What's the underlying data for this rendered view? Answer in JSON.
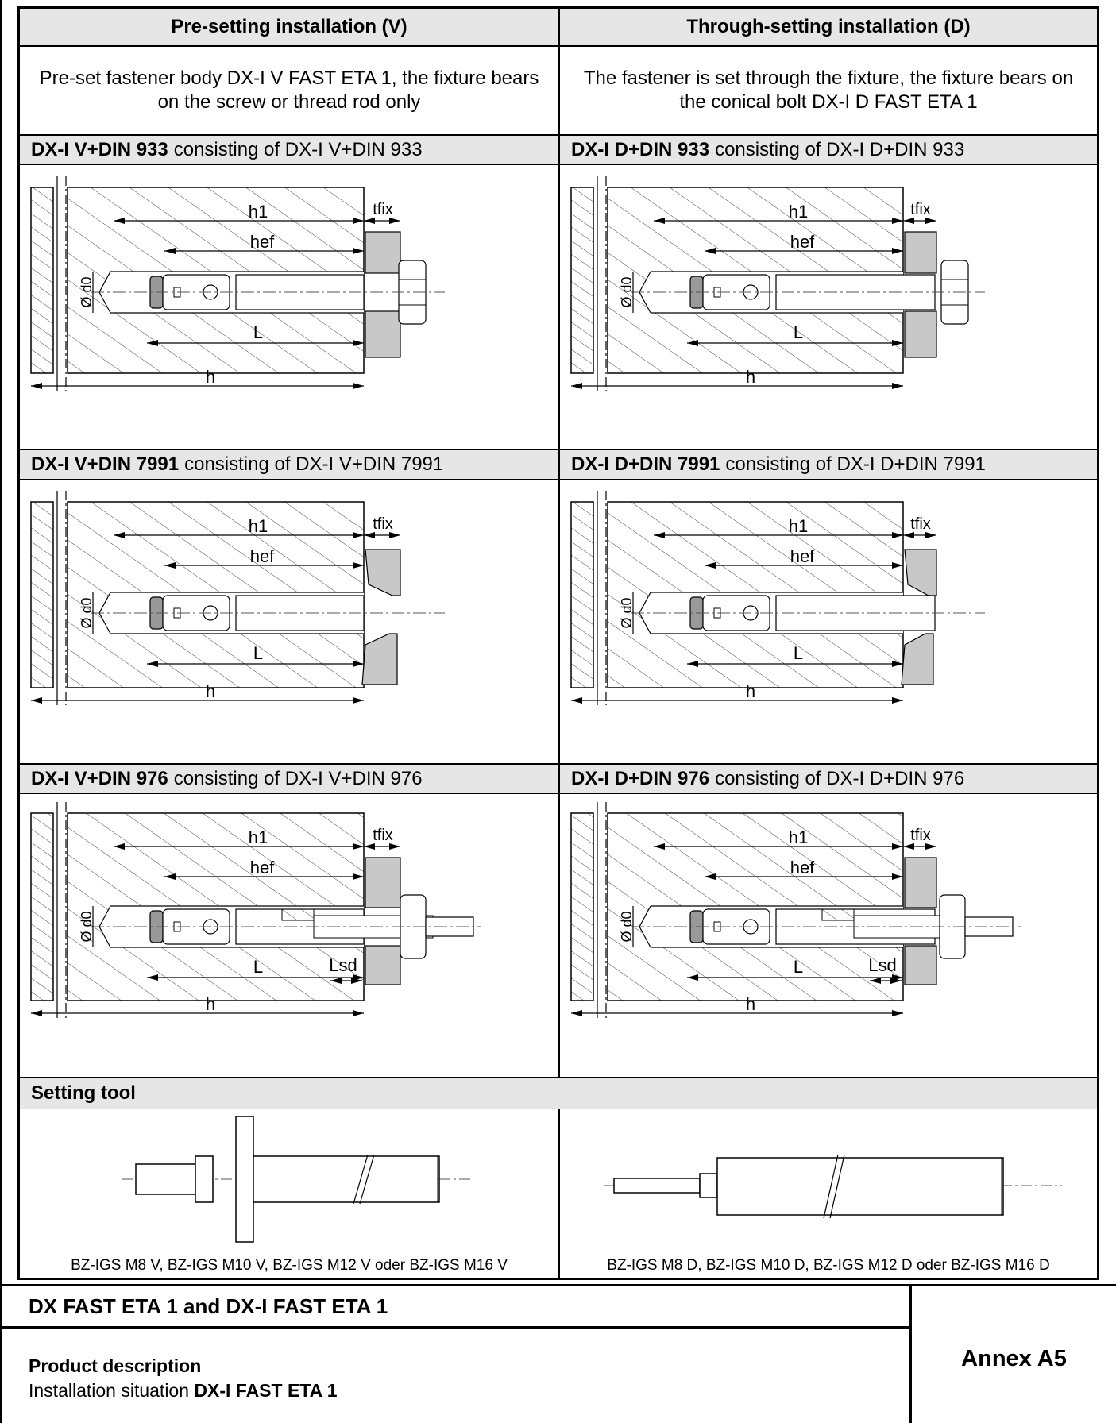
{
  "columns": {
    "left_header": "Pre-setting installation (V)",
    "right_header": "Through-setting installation (D)",
    "left_intro": "Pre-set fastener body DX-I V FAST ETA 1, the fixture bears on the screw or thread rod only",
    "right_intro": "The fastener is set through the fixture, the fixture bears on the conical bolt DX-I D FAST ETA 1"
  },
  "sections": [
    {
      "left_bold": "DX-I V+DIN 933",
      "left_rest": "consisting of DX-I V+DIN 933",
      "right_bold": "DX-I D+DIN 933",
      "right_rest": "consisting of DX-I D+DIN 933"
    },
    {
      "left_bold": "DX-I V+DIN 7991",
      "left_rest": "consisting of DX-I V+DIN 7991",
      "right_bold": "DX-I D+DIN 7991",
      "right_rest": "consisting of DX-I D+DIN 7991"
    },
    {
      "left_bold": "DX-I V+DIN 976",
      "left_rest": "consisting of DX-I V+DIN 976",
      "right_bold": "DX-I D+DIN 976",
      "right_rest": "consisting of DX-I D+DIN 976"
    }
  ],
  "labels": {
    "h1": "h1",
    "hef": "hef",
    "tfix": "tfix",
    "d0": "Ø d0",
    "L": "L",
    "h": "h",
    "lsd": "Lsd"
  },
  "setting_tool": {
    "title": "Setting tool",
    "left_caption": "BZ-IGS M8 V, BZ-IGS M10 V, BZ-IGS M12 V oder BZ-IGS M16 V",
    "right_caption": "BZ-IGS M8 D, BZ-IGS M10 D, BZ-IGS M12 D oder BZ-IGS M16 D"
  },
  "footer": {
    "title": "DX FAST ETA 1 and DX-I FAST ETA 1",
    "desc_title": "Product description",
    "desc_prefix": "Installation situation",
    "desc_bold": "DX-I FAST ETA 1",
    "annex": "Annex A5"
  }
}
